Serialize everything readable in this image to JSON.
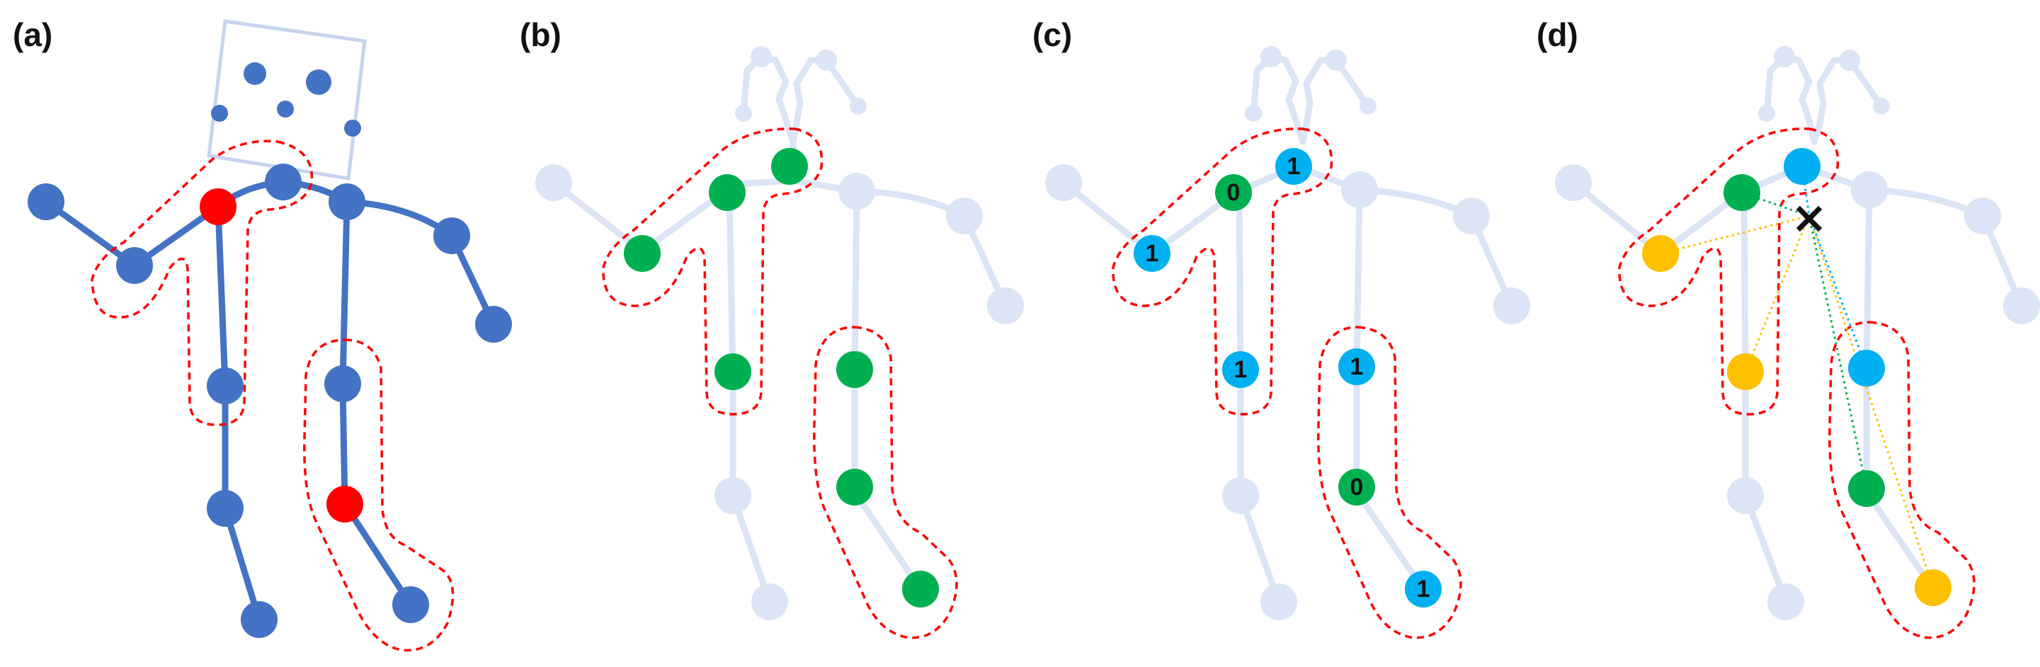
{
  "panels": [
    {
      "id": "a",
      "label": "(a)"
    },
    {
      "id": "b",
      "label": "(b)"
    },
    {
      "id": "c",
      "label": "(c)"
    },
    {
      "id": "d",
      "label": "(d)"
    }
  ],
  "badges": [
    "1",
    "0",
    "1",
    "1",
    "1",
    "0",
    "1"
  ],
  "cross_mark": "×",
  "colors": {
    "skeleton": "#4472c4",
    "skeleton_faded": "#dce5f5",
    "highlight_red": "#ff0000",
    "group_green": "#00b050",
    "group_blue": "#00b0f0",
    "group_yellow": "#ffc000",
    "dashed_outline": "#ff0000",
    "frame_faded": "#c7d4ee"
  }
}
